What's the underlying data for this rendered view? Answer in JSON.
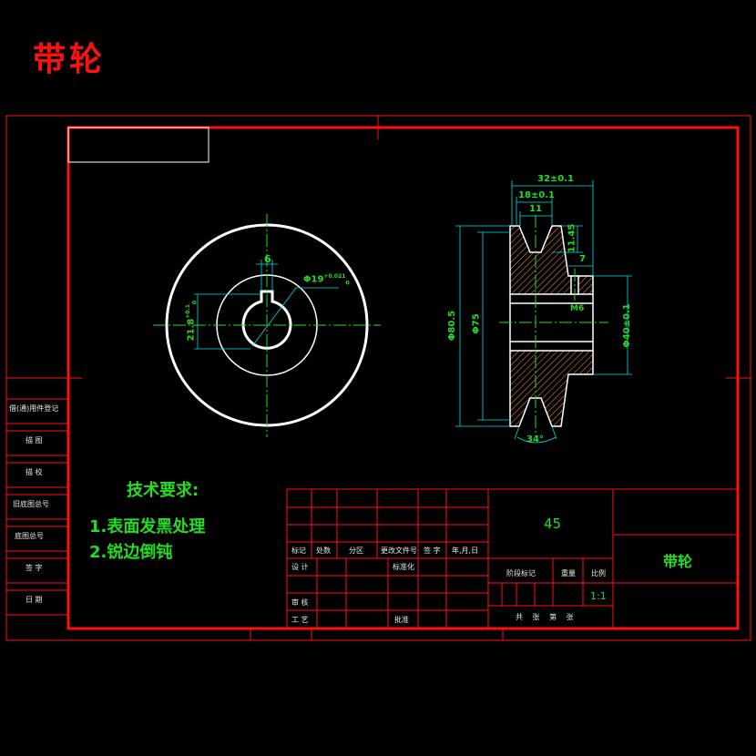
{
  "title": "带轮",
  "tech_requirements": {
    "heading": "技术要求:",
    "items": [
      "1.表面发黑处理",
      "2.锐边倒钝"
    ]
  },
  "left_view": {
    "key_width": "6",
    "bore": "Φ19",
    "bore_tol": "+0.021",
    "bore_tol_lo": "0",
    "key_depth": "21.8",
    "key_depth_tol": "+0.1",
    "key_depth_tol_lo": "0"
  },
  "section_view": {
    "width_total": "32±0.1",
    "groove_pitch": "18±0.1",
    "groove_top": "11",
    "groove_depth": "11.45",
    "hub_len": "7",
    "screw": "M6",
    "dia_outer": "Φ80.5",
    "dia_pitch": "Φ75",
    "dia_hub": "Φ40±0.1",
    "groove_angle": "34°"
  },
  "left_block": [
    "借(通)用件登记",
    "描 图",
    "描 校",
    "旧底图总号",
    "底图总号",
    "签 字",
    "日 期"
  ],
  "title_block": {
    "material": "45",
    "part_name": "带轮",
    "cols": [
      "标记",
      "处数",
      "分区",
      "更改文件号",
      "签 字",
      "年,月,日"
    ],
    "design": "设 计",
    "standard": "标准化",
    "stage": "阶段标记",
    "weight": "重量",
    "ratio_label": "比例",
    "scale": "1:1",
    "check": "审 核",
    "process": "工 艺",
    "approve": "批准",
    "sheets": "共  张 第  张"
  }
}
